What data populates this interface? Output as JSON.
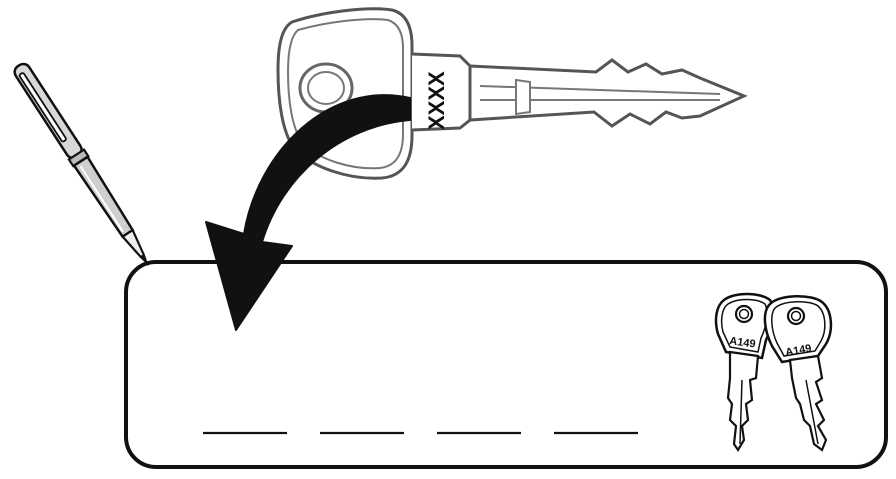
{
  "illustration": {
    "big_key_code": "XXXX",
    "small_key_codes": [
      "A149",
      "A149"
    ],
    "code_blank_count": 4,
    "colors": {
      "stroke": "#111111",
      "fill": "#ffffff",
      "pen_fill": "#cfcfcf",
      "key_outline": "#555555"
    }
  }
}
